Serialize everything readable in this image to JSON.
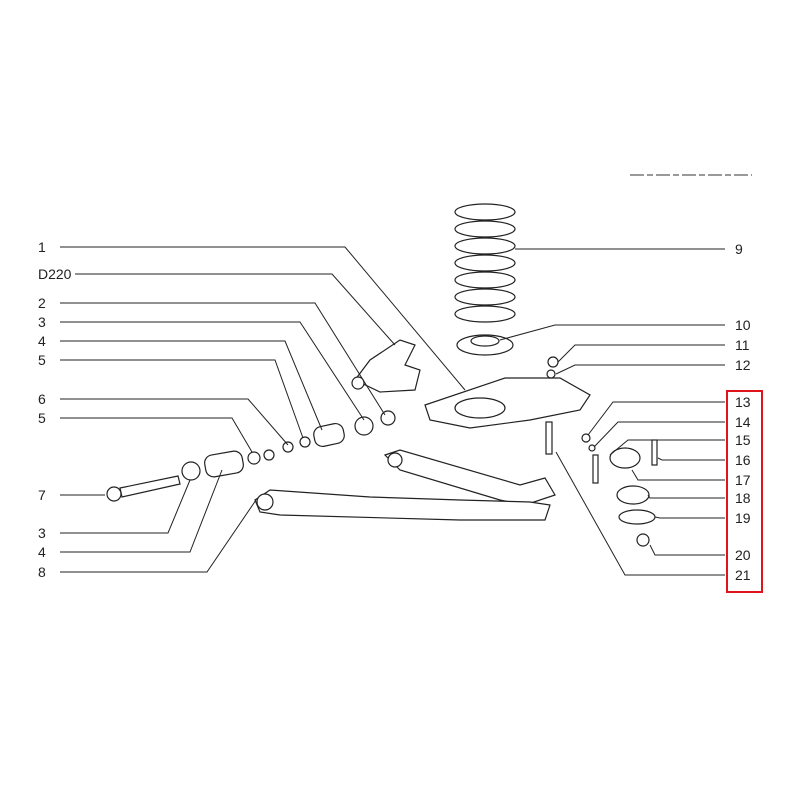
{
  "diagram": {
    "left_labels": [
      "1",
      "D220",
      "2",
      "3",
      "4",
      "5",
      "6",
      "5",
      "7",
      "3",
      "4",
      "8"
    ],
    "right_labels": [
      "9",
      "10",
      "11",
      "12",
      "13",
      "14",
      "15",
      "16",
      "17",
      "18",
      "19",
      "20",
      "21"
    ],
    "highlight_color": "#e0141b"
  }
}
